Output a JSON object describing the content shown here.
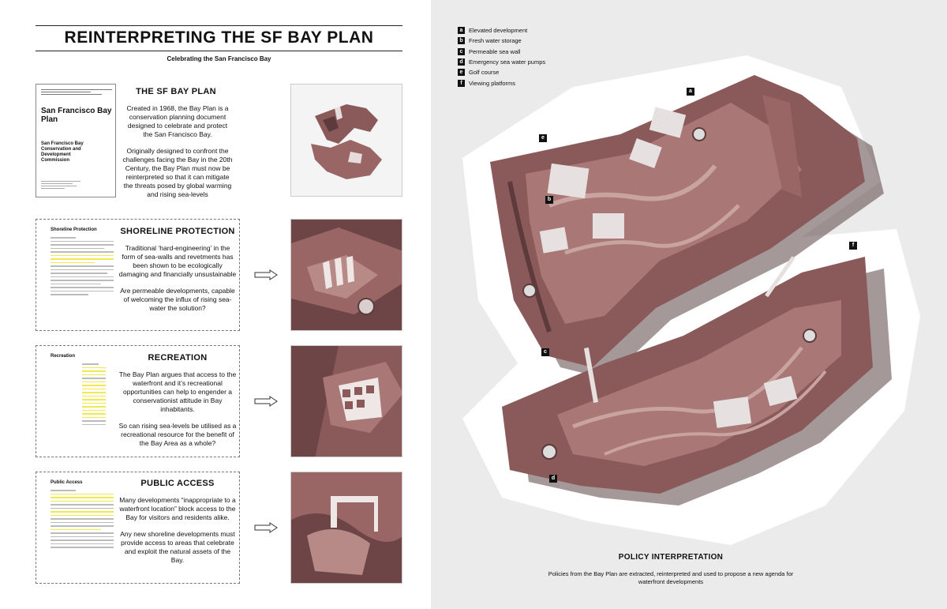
{
  "header": {
    "title": "REINTERPRETING THE SF BAY PLAN",
    "subtitle": "Celebrating the San Francisco Bay"
  },
  "cover": {
    "title": "San Francisco Bay Plan",
    "org": "San Francisco Bay Conservation and Development Commission"
  },
  "sections": [
    {
      "title": "THE SF BAY PLAN",
      "paragraphs": [
        "Created in 1968, the Bay Plan is a conservation planning document designed to celebrate and protect the San Francisco Bay.",
        "Originally designed to confront the challenges facing the Bay in the 20th Century, the Bay Plan must now be reinterpreted so that it can mitigate the threats posed by global warming and rising sea-levels"
      ]
    },
    {
      "title": "SHORELINE PROTECTION",
      "doc_title": "Shoreline Protection",
      "paragraphs": [
        "Traditional ‘hard-engineering’ in the form of sea-walls and revetments has been shown to be ecologically damaging and financially unsustainable",
        "Are permeable developments, capable of welcoming the influx of rising sea-water the solution?"
      ]
    },
    {
      "title": "RECREATION",
      "doc_title": "Recreation",
      "paragraphs": [
        "The Bay Plan argues that access to the waterfront and it’s recreational opportunities can help to engender a conservationist attitude in Bay inhabitants.",
        "So can rising sea-levels be utilised as a recreational resource for the benefit of the Bay Area as a whole?"
      ]
    },
    {
      "title": "PUBLIC ACCESS",
      "doc_title": "Public Access",
      "paragraphs": [
        "Many developments “inappropriate to a waterfront location” block access to the Bay for visitors and residents alike.",
        "Any new shoreline developments must provide access to areas that celebrate and exploit the natural assets of the Bay."
      ]
    }
  ],
  "legend": [
    {
      "key": "a",
      "label": "Elevated development"
    },
    {
      "key": "b",
      "label": "Fresh water storage"
    },
    {
      "key": "c",
      "label": "Permeable sea wall"
    },
    {
      "key": "d",
      "label": "Emergency sea water pumps"
    },
    {
      "key": "e",
      "label": "Golf course"
    },
    {
      "key": "f",
      "label": "Viewing platforms"
    }
  ],
  "policy": {
    "title": "POLICY INTERPRETATION",
    "body": "Policies from the Bay Plan are extracted, reinterpreted and used to propose a new agenda for waterfront developments"
  },
  "colors": {
    "terrain": "#8a5a5a",
    "terrain_dark": "#5e3a3c",
    "terrain_light": "#b88a87",
    "highlight": "#f2e94e",
    "panel_bg": "#ebebeb"
  }
}
